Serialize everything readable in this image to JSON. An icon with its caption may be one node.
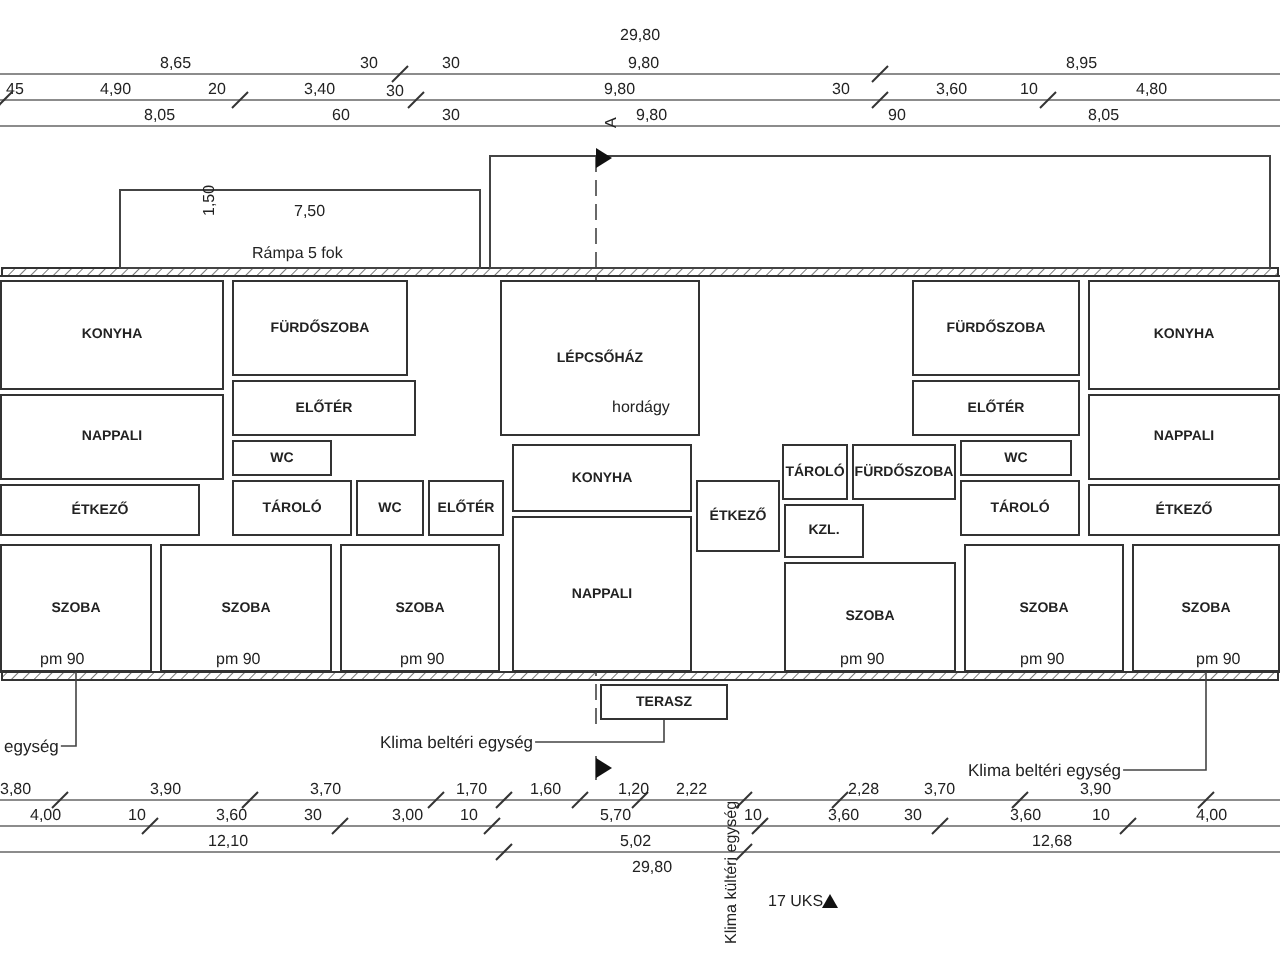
{
  "diagram": {
    "nodes": [
      {
        "text": [
          "KONYHA"
        ]
      },
      {
        "text": [
          "FÜRDŐSZOBA"
        ]
      },
      {
        "text": [
          "LÉPCSŐHÁZ"
        ]
      },
      {
        "text": [
          "FÜRDŐSZOBA"
        ]
      },
      {
        "text": [
          "KONYHA"
        ]
      },
      {
        "text": [
          "ELŐTÉR"
        ]
      },
      {
        "text": [
          "ELŐTÉR"
        ]
      },
      {
        "text": [
          "NAPPALI"
        ]
      },
      {
        "text": [
          "NAPPALI"
        ]
      },
      {
        "text": [
          "WC"
        ]
      },
      {
        "text": [
          "WC"
        ]
      },
      {
        "text": [
          "KONYHA"
        ]
      },
      {
        "text": [
          "TÁROLÓ"
        ]
      },
      {
        "text": [
          "FÜRDŐSZOBA"
        ]
      },
      {
        "text": [
          "TÁROLÓ"
        ]
      },
      {
        "text": [
          "WC"
        ]
      },
      {
        "text": [
          "ELŐTÉR"
        ]
      },
      {
        "text": [
          "TÁROLÓ"
        ]
      },
      {
        "text": [
          "ÉTKEZŐ"
        ]
      },
      {
        "text": [
          "ÉTKEZŐ"
        ]
      },
      {
        "text": [
          "ÉTKEZŐ"
        ]
      },
      {
        "text": [
          "NAPPALI"
        ]
      },
      {
        "text": [
          "KZL."
        ]
      },
      {
        "text": [
          "SZOBA"
        ]
      },
      {
        "text": [
          "SZOBA"
        ]
      },
      {
        "text": [
          "SZOBA"
        ]
      },
      {
        "text": [
          "SZOBA"
        ]
      },
      {
        "text": [
          "SZOBA"
        ]
      },
      {
        "text": [
          "SZOBA"
        ]
      },
      {
        "text": [
          "TERASZ"
        ]
      },
      {
        "text": [
          "egység"
        ]
      },
      {
        "text": [
          "Klima beltéri egység"
        ]
      },
      {
        "text": [
          "Klima beltéri egység"
        ]
      }
    ],
    "edges": [
      {
        "from": 30,
        "to": 23,
        "arrow": "none"
      },
      {
        "from": 31,
        "to": 29,
        "arrow": "none"
      },
      {
        "from": 32,
        "to": 28,
        "arrow": "none"
      }
    ],
    "labels": [
      "29,80",
      "8,65",
      "30",
      "30",
      "9,80",
      "8,95",
      "45",
      "4,90",
      "20",
      "3,40",
      "30",
      "9,80",
      "30",
      "3,60",
      "10",
      "4,80",
      "8,05",
      "60",
      "30",
      "9,80",
      "90",
      "8,05",
      "A",
      "7,50",
      "1,50",
      "Rámpa 5 fok",
      "hordágy",
      "pm 90",
      "pm 90",
      "pm 90",
      "pm 90",
      "pm 90",
      "pm 90",
      "3,80",
      "3,90",
      "3,70",
      "1,70",
      "1,60",
      "1,20",
      "2,22",
      "2,28",
      "3,70",
      "3,90",
      "4,00",
      "10",
      "3,60",
      "30",
      "3,00",
      "10",
      "5,70",
      "10",
      "3,60",
      "30",
      "3,60",
      "10",
      "4,00",
      "12,10",
      "5,02",
      "12,68",
      "29,80",
      "17 UKS",
      "Klima kültéri egység"
    ]
  }
}
